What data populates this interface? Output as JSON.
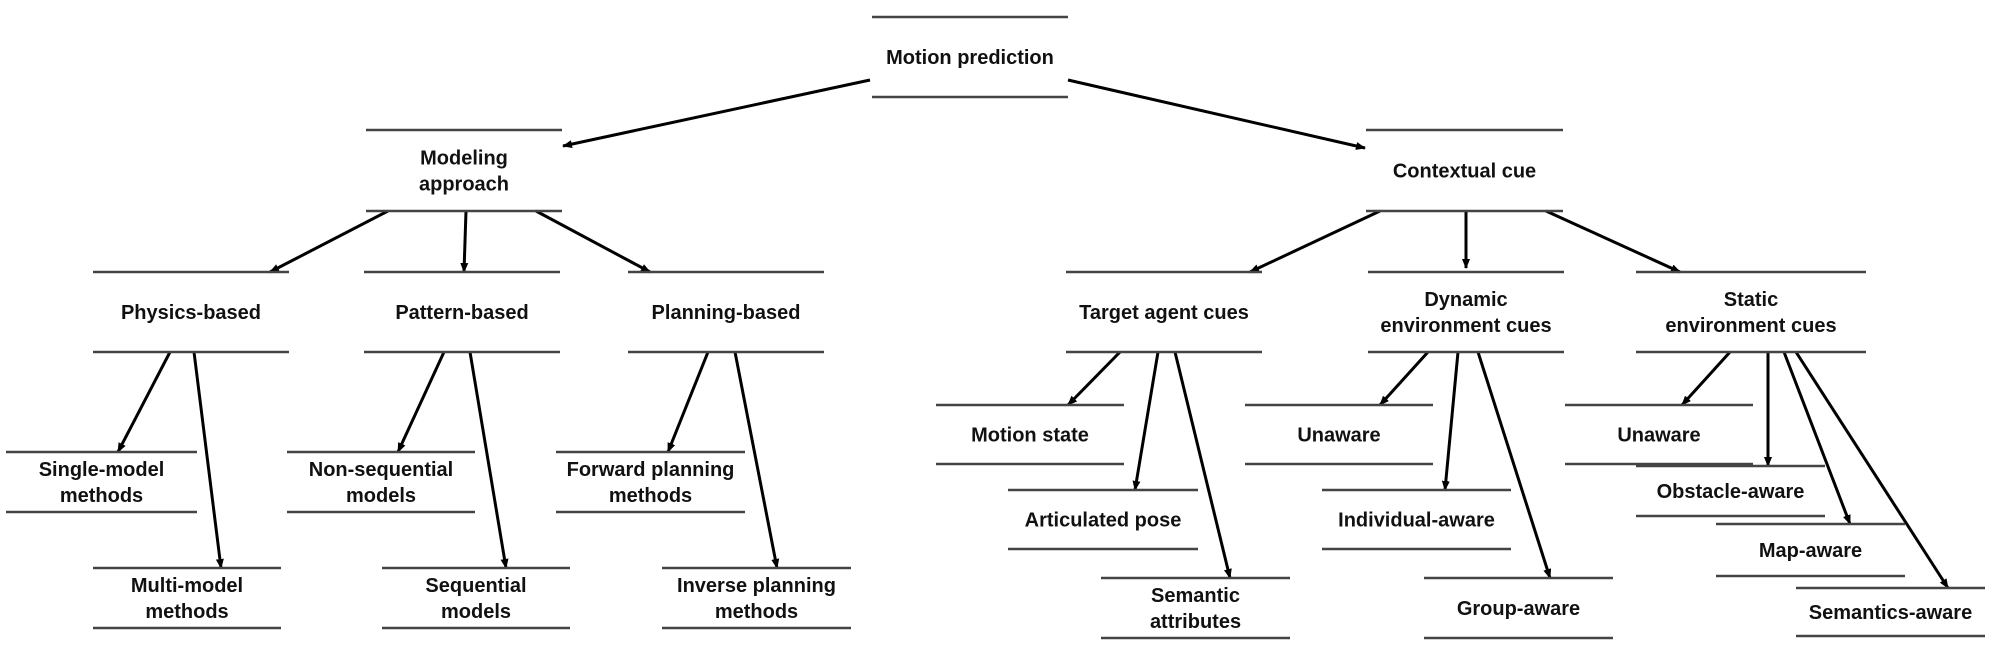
{
  "root": {
    "lines": [
      "Motion prediction"
    ]
  },
  "branches": [
    {
      "lines": [
        "Modeling",
        "approach"
      ],
      "groups": [
        {
          "lines": [
            "Physics-based"
          ],
          "leaves": [
            {
              "lines": [
                "Single-model",
                "methods"
              ]
            },
            {
              "lines": [
                "Multi-model",
                "methods"
              ]
            }
          ]
        },
        {
          "lines": [
            "Pattern-based"
          ],
          "leaves": [
            {
              "lines": [
                "Non-sequential",
                "models"
              ]
            },
            {
              "lines": [
                "Sequential",
                "models"
              ]
            }
          ]
        },
        {
          "lines": [
            "Planning-based"
          ],
          "leaves": [
            {
              "lines": [
                "Forward planning",
                "methods"
              ]
            },
            {
              "lines": [
                "Inverse planning",
                "methods"
              ]
            }
          ]
        }
      ]
    },
    {
      "lines": [
        "Contextual cue"
      ],
      "groups": [
        {
          "lines": [
            "Target agent cues"
          ],
          "leaves": [
            {
              "lines": [
                "Motion state"
              ]
            },
            {
              "lines": [
                "Articulated pose"
              ]
            },
            {
              "lines": [
                "Semantic",
                "attributes"
              ]
            }
          ]
        },
        {
          "lines": [
            "Dynamic",
            "environment cues"
          ],
          "leaves": [
            {
              "lines": [
                "Unaware"
              ]
            },
            {
              "lines": [
                "Individual-aware"
              ]
            },
            {
              "lines": [
                "Group-aware"
              ]
            }
          ]
        },
        {
          "lines": [
            "Static",
            "environment cues"
          ],
          "leaves": [
            {
              "lines": [
                "Unaware"
              ]
            },
            {
              "lines": [
                "Obstacle-aware"
              ]
            },
            {
              "lines": [
                "Map-aware"
              ]
            },
            {
              "lines": [
                "Semantics-aware"
              ]
            }
          ]
        }
      ]
    }
  ]
}
